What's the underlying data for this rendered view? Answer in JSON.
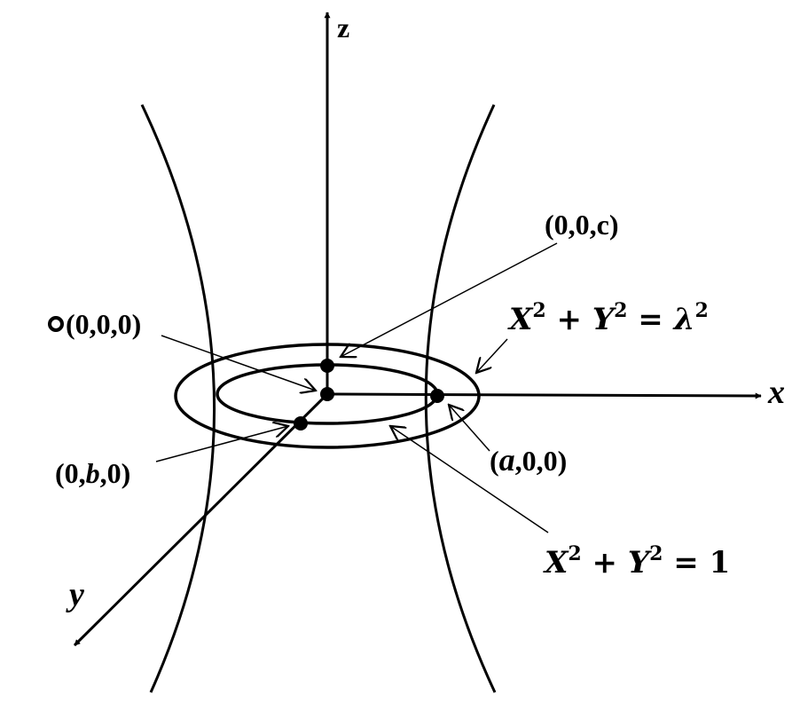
{
  "axes": {
    "x_label": "x",
    "y_label": "y",
    "z_label": "z"
  },
  "points": {
    "origin": "(0,0,0)",
    "origin_marker": "o",
    "top": "(0,0,c)",
    "y_point": "(0,b,0)",
    "y_point_parts": {
      "open": "(0,",
      "var": "b",
      "close": ",0)"
    },
    "x_point": "(a,0,0)",
    "x_point_parts": {
      "open": "(",
      "var": "a",
      "close": ",0,0)"
    }
  },
  "equations": {
    "outer": "X² + Y² = λ²",
    "outer_parts": {
      "X": "X",
      "sq1": "2",
      "plus": " + ",
      "Y": "Y",
      "sq2": "2",
      "eq": " = ",
      "lambda": "λ",
      "sq3": "2"
    },
    "inner": "X² + Y² = 1",
    "inner_parts": {
      "X": "X",
      "sq1": "2",
      "plus": " + ",
      "Y": "Y",
      "sq2": "2",
      "eq": " = ",
      "one": "1"
    }
  },
  "colors": {
    "ink": "#000000",
    "background": "#ffffff"
  }
}
